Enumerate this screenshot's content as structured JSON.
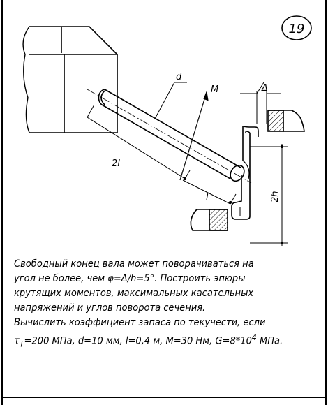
{
  "problem_number": "19",
  "labels": {
    "diameter": "d",
    "moment": "M",
    "gap": "Δ",
    "length_2l": "2l",
    "length_l": "l",
    "height_2h": "2h"
  },
  "text_lines": [
    "Свободный конец вала может поворачиваться на",
    "угол не более, чем φ=Δ/h=5°. Построить эпюры",
    "крутящих моментов, максимальных касательных",
    "напряжений и углов поворота сечения.",
    "Вычислить коэффициент запаса по текучести, если"
  ],
  "params": {
    "tau": "τ",
    "tau_sub": "T",
    "values_a": "=200 МПа, d=10 мм, l=0,4 м, M=30 Нм, G=8*10",
    "exp": "4",
    "values_b": " МПа."
  }
}
